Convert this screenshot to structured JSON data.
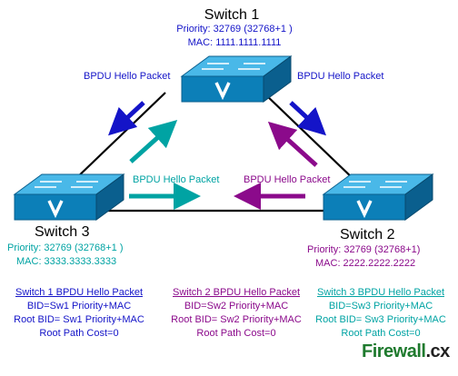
{
  "switches": {
    "sw1": {
      "name": "Switch 1",
      "priority": "Priority: 32769 (32768+1 )",
      "mac": "MAC: 1111.1111.1111"
    },
    "sw2": {
      "name": "Switch 2",
      "priority": "Priority: 32769 (32768+1)",
      "mac": "MAC: 2222.2222.2222"
    },
    "sw3": {
      "name": "Switch 3",
      "priority": "Priority: 32769 (32768+1 )",
      "mac": "MAC: 3333.3333.3333"
    }
  },
  "arrow_labels": {
    "left_top": "BPDU Hello Packet",
    "right_top": "BPDU Hello Packet",
    "bottom_left": "BPDU Hello Packet",
    "bottom_right": "BPDU Hello Packet"
  },
  "packets": [
    {
      "title": "Switch 1 BPDU Hello Packet",
      "lines": [
        "BID=Sw1 Priority+MAC",
        "Root BID= Sw1 Priority+MAC",
        "Root Path Cost=0"
      ]
    },
    {
      "title": "Switch 2 BPDU Hello Packet",
      "lines": [
        "BID=Sw2 Priority+MAC",
        "Root BID= Sw2 Priority+MAC",
        "Root Path Cost=0"
      ]
    },
    {
      "title": "Switch 3 BPDU Hello Packet",
      "lines": [
        "BID=Sw3 Priority+MAC",
        "Root BID= Sw3 Priority+MAC",
        "Root Path Cost=0"
      ]
    }
  ],
  "logo": {
    "part1": "Firewall",
    "part2": ".cx"
  },
  "colors": {
    "sw1": "#1414c8",
    "sw2": "#8b0a8b",
    "sw3": "#00a3a3",
    "switch_top": "#49b8e8",
    "switch_front": "#0c7fb8",
    "switch_side": "#0a5f8e"
  }
}
